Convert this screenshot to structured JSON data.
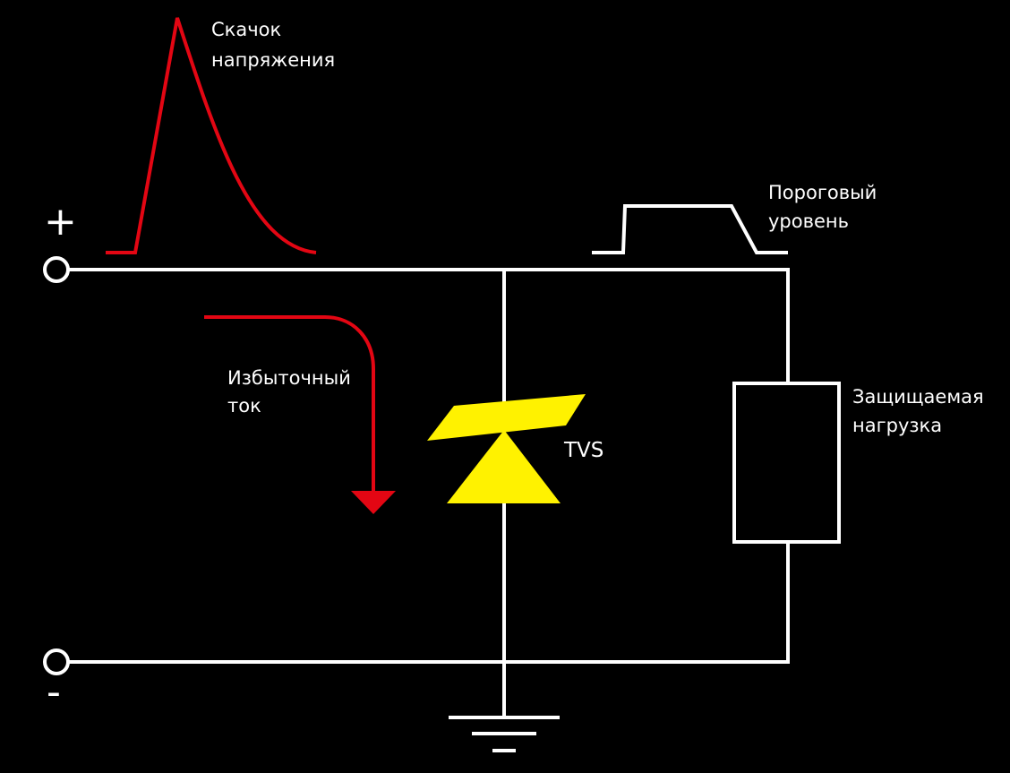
{
  "labels": {
    "voltage_spike_line1": "Скачок",
    "voltage_spike_line2": "напряжения",
    "threshold_line1": "Пороговый",
    "threshold_line2": "уровень",
    "excess_current_line1": "Избыточный",
    "excess_current_line2": "ток",
    "tvs": "TVS",
    "load_line1": "Защищаемая",
    "load_line2": "нагрузка",
    "plus_terminal": "+",
    "minus_terminal": "-"
  },
  "colors": {
    "background": "#000000",
    "wire": "#ffffff",
    "spike": "#e30613",
    "tvs_diode": "#fff200"
  },
  "icons": {
    "terminals": "circle-terminal-icon",
    "ground": "ground-icon",
    "tvs": "tvs-diode-icon",
    "load": "resistor-box-icon"
  }
}
